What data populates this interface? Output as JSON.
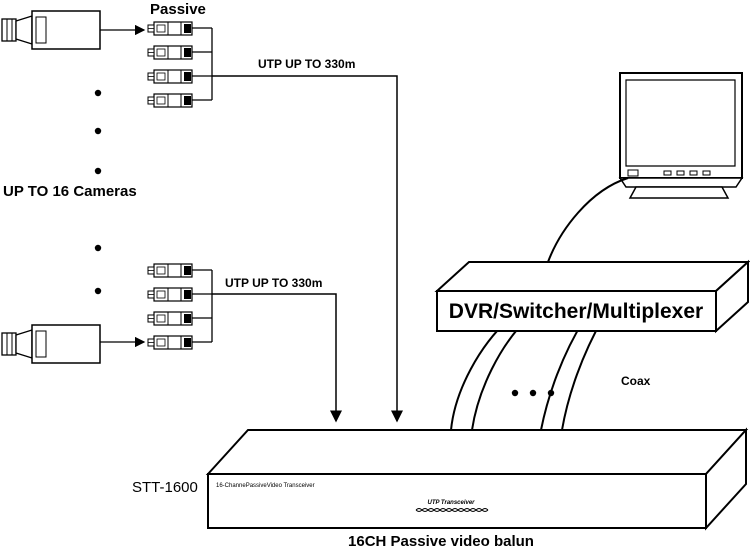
{
  "labels": {
    "passive": "Passive",
    "utp_top": "UTP UP TO 330m",
    "utp_bottom": "UTP UP TO 330m",
    "cameras": "UP TO 16 Cameras",
    "dvr": "DVR/Switcher/Multiplexer",
    "coax": "Coax",
    "model": "STT-1600",
    "transceiver_panel": "16-ChannePassiveVideo Transceiver",
    "utp_transceiver": "UTP Transceiver",
    "caption": "16CH Passive video balun"
  },
  "icons": [
    "camera-icon",
    "balun-icon",
    "monitor-icon",
    "arrow-down-icon"
  ],
  "colors": {
    "ink": "#000000",
    "background": "#ffffff"
  }
}
